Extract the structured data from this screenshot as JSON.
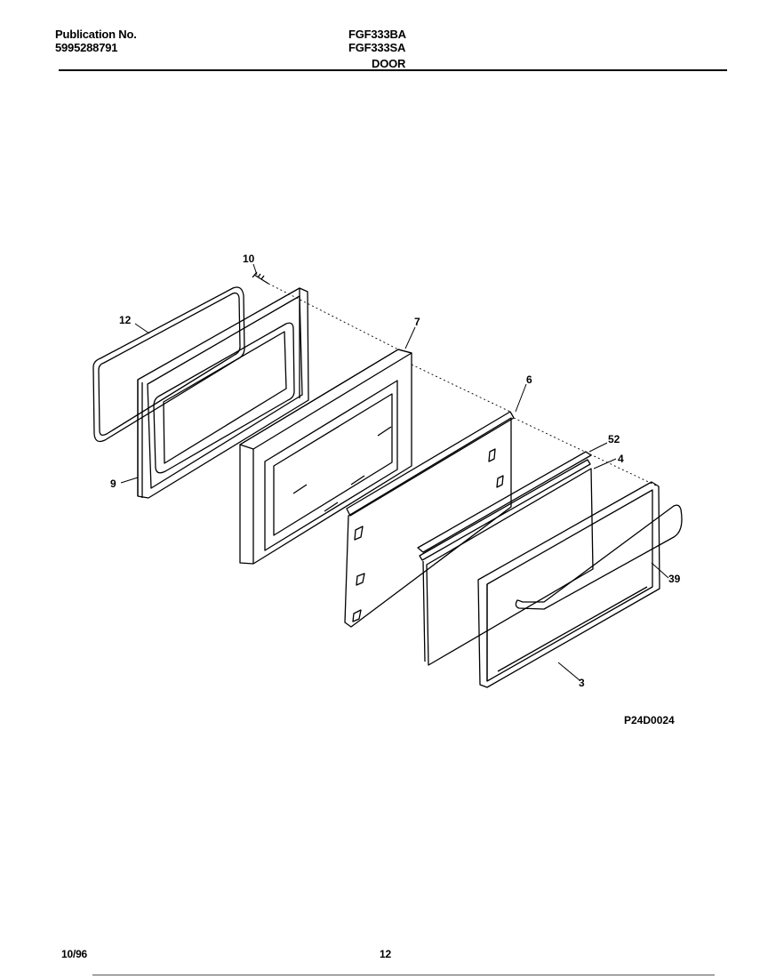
{
  "header": {
    "publication_label": "Publication No.",
    "publication_number": "5995288791",
    "model_1": "FGF333BA",
    "model_2": "FGF333SA",
    "section_title": "DOOR"
  },
  "diagram": {
    "code": "P24D0024",
    "callouts": [
      "10",
      "12",
      "7",
      "6",
      "52",
      "4",
      "9",
      "39",
      "3"
    ]
  },
  "footer": {
    "date": "10/96",
    "page_number": "12"
  }
}
